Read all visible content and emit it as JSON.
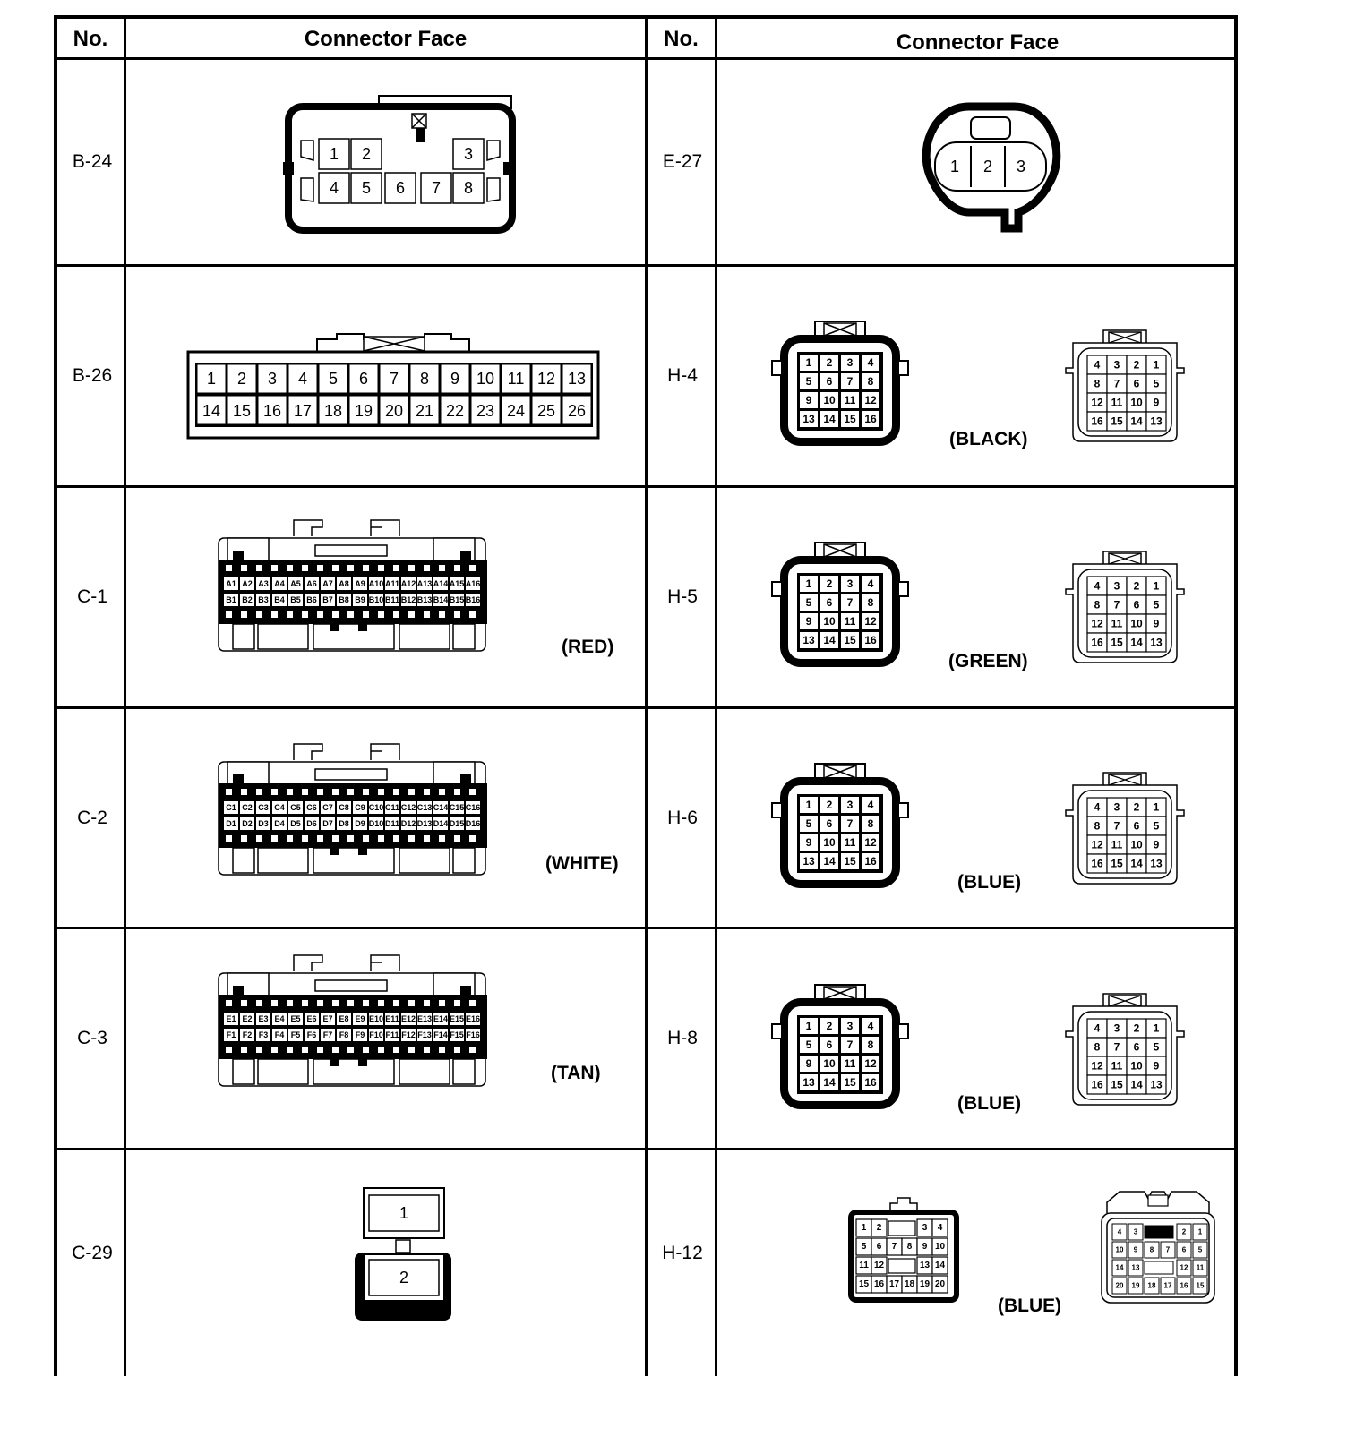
{
  "header": {
    "no": "No.",
    "face_left": "Connector Face",
    "face_right": "Connector Face"
  },
  "rows": [
    {
      "left_no": "B-24",
      "right_no": "E-27",
      "right_color": ""
    },
    {
      "left_no": "B-26",
      "right_no": "H-4",
      "right_color": "(BLACK)"
    },
    {
      "left_no": "C-1",
      "right_no": "H-5",
      "right_color": "(GREEN)",
      "left_color": "(RED)"
    },
    {
      "left_no": "C-2",
      "right_no": "H-6",
      "right_color": "(BLUE)",
      "left_color": "(WHITE)"
    },
    {
      "left_no": "C-3",
      "right_no": "H-8",
      "right_color": "(BLUE)",
      "left_color": "(TAN)"
    },
    {
      "left_no": "C-29",
      "right_no": "H-12",
      "right_color": "(BLUE)"
    }
  ],
  "pins": {
    "b24_top": [
      "1",
      "2",
      "3"
    ],
    "b24_bottom": [
      "4",
      "5",
      "6",
      "7",
      "8"
    ],
    "b26_top": [
      "1",
      "2",
      "3",
      "4",
      "5",
      "6",
      "7",
      "8",
      "9",
      "10",
      "11",
      "12",
      "13"
    ],
    "b26_bottom": [
      "14",
      "15",
      "16",
      "17",
      "18",
      "19",
      "20",
      "21",
      "22",
      "23",
      "24",
      "25",
      "26"
    ],
    "e27": [
      "1",
      "2",
      "3"
    ],
    "h_male": [
      "1",
      "2",
      "3",
      "4",
      "5",
      "6",
      "7",
      "8",
      "9",
      "10",
      "11",
      "12",
      "13",
      "14",
      "15",
      "16"
    ],
    "h_female": [
      "4",
      "3",
      "2",
      "1",
      "8",
      "7",
      "6",
      "5",
      "12",
      "11",
      "10",
      "9",
      "16",
      "15",
      "14",
      "13"
    ],
    "c1_a": [
      "A1",
      "A2",
      "A3",
      "A4",
      "A5",
      "A6",
      "A7",
      "A8",
      "A9",
      "A10",
      "A11",
      "A12",
      "A13",
      "A14",
      "A15",
      "A16"
    ],
    "c1_b": [
      "B1",
      "B2",
      "B3",
      "B4",
      "B5",
      "B6",
      "B7",
      "B8",
      "B9",
      "B10",
      "B11",
      "B12",
      "B13",
      "B14",
      "B15",
      "B16"
    ],
    "c2_c": [
      "C1",
      "C2",
      "C3",
      "C4",
      "C5",
      "C6",
      "C7",
      "C8",
      "C9",
      "C10",
      "C11",
      "C12",
      "C13",
      "C14",
      "C15",
      "C16"
    ],
    "c2_d": [
      "D1",
      "D2",
      "D3",
      "D4",
      "D5",
      "D6",
      "D7",
      "D8",
      "D9",
      "D10",
      "D11",
      "D12",
      "D13",
      "D14",
      "D15",
      "D16"
    ],
    "c3_e": [
      "E1",
      "E2",
      "E3",
      "E4",
      "E5",
      "E6",
      "E7",
      "E8",
      "E9",
      "E10",
      "E11",
      "E12",
      "E13",
      "E14",
      "E15",
      "E16"
    ],
    "c3_f": [
      "F1",
      "F2",
      "F3",
      "F4",
      "F5",
      "F6",
      "F7",
      "F8",
      "F9",
      "F10",
      "F11",
      "F12",
      "F13",
      "F14",
      "F15",
      "F16"
    ],
    "c29": [
      "1",
      "2"
    ],
    "h12_male": [
      "1",
      "2",
      "3",
      "4",
      "5",
      "6",
      "7",
      "8",
      "9",
      "10",
      "11",
      "12",
      "13",
      "14",
      "15",
      "16",
      "17",
      "18",
      "19",
      "20"
    ],
    "h12_female": [
      "4",
      "3",
      "2",
      "1",
      "10",
      "9",
      "8",
      "7",
      "6",
      "5",
      "14",
      "13",
      "12",
      "11",
      "20",
      "19",
      "18",
      "17",
      "16",
      "15"
    ]
  }
}
